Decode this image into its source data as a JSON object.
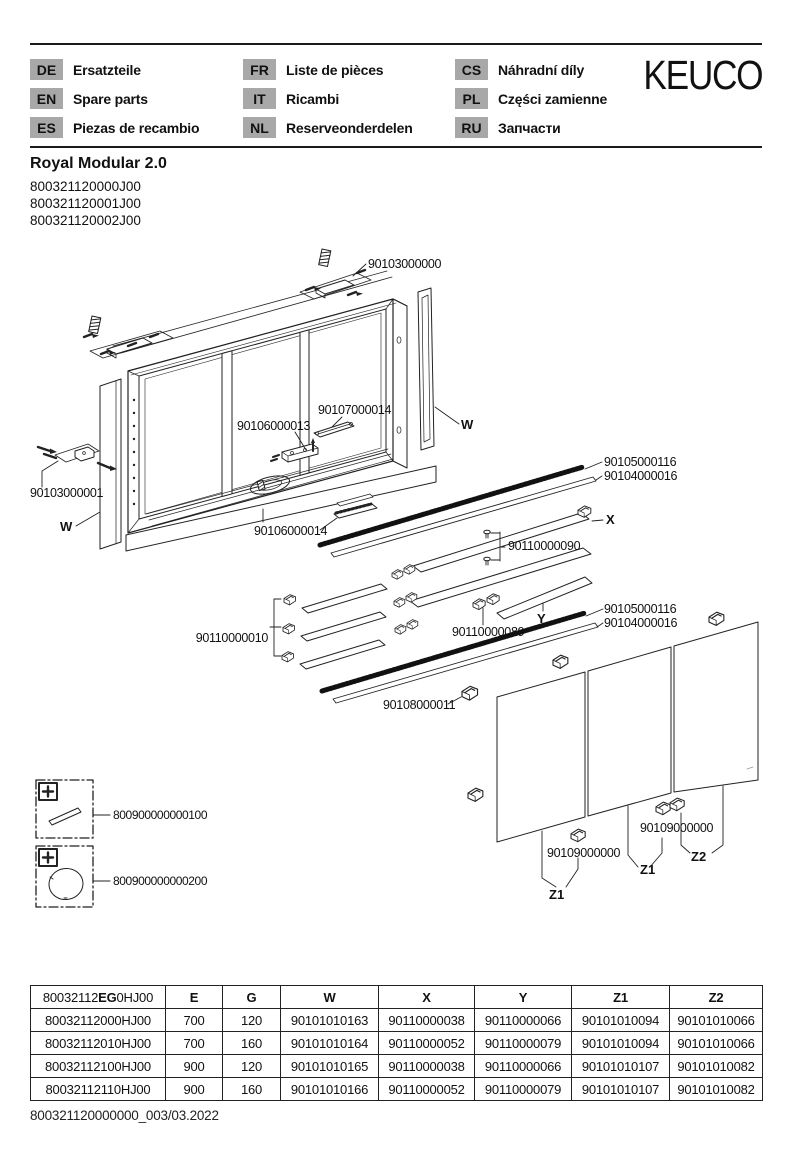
{
  "colors": {
    "badge_bg": "#a8a8a8",
    "ink": "#1a1a1a"
  },
  "header": {
    "logo": "KEUCO",
    "languages": [
      {
        "code": "DE",
        "label": "Ersatzteile"
      },
      {
        "code": "EN",
        "label": "Spare parts"
      },
      {
        "code": "ES",
        "label": "Piezas de recambio"
      },
      {
        "code": "FR",
        "label": "Liste de pièces"
      },
      {
        "code": "IT",
        "label": "Ricambi"
      },
      {
        "code": "NL",
        "label": "Reserveonderdelen"
      },
      {
        "code": "CS",
        "label": "Náhradní díly"
      },
      {
        "code": "PL",
        "label": "Części zamienne"
      },
      {
        "code": "RU",
        "label": "Запчасти"
      }
    ]
  },
  "product": {
    "title": "Royal Modular 2.0",
    "codes": [
      "800321120000J00",
      "800321120001J00",
      "800321120002J00"
    ]
  },
  "diagram": {
    "labels": {
      "wall_mount_top": "90103000000",
      "wall_mount_side": "90103000001",
      "ref_w": "W",
      "door_slider": "90106000013",
      "light_unit": "90107000014",
      "gear_rack": "90106000014",
      "led_strip": "90105000116",
      "cover_profile": "90104000016",
      "ref_x": "X",
      "shelf_pins": "90110000090",
      "ref_y": "Y",
      "shelf_clip_pair": "90110000089",
      "shelf_clip_set": "90110000010",
      "end_cap": "90108000011",
      "door_stopper": "90109000000",
      "ref_z1": "Z1",
      "ref_z2": "Z2",
      "spare_profile": "800900000000100",
      "spare_mirror": "800900000000200"
    }
  },
  "table": {
    "header_article": {
      "prefix": "80032112",
      "bold": "EG",
      "suffix": "0HJ00"
    },
    "columns": [
      "E",
      "G",
      "W",
      "X",
      "Y",
      "Z1",
      "Z2"
    ],
    "rows": [
      [
        "80032112000HJ00",
        "700",
        "120",
        "90101010163",
        "90110000038",
        "90110000066",
        "90101010094",
        "90101010066"
      ],
      [
        "80032112010HJ00",
        "700",
        "160",
        "90101010164",
        "90110000052",
        "90110000079",
        "90101010094",
        "90101010066"
      ],
      [
        "80032112100HJ00",
        "900",
        "120",
        "90101010165",
        "90110000038",
        "90110000066",
        "90101010107",
        "90101010082"
      ],
      [
        "80032112110HJ00",
        "900",
        "160",
        "90101010166",
        "90110000052",
        "90110000079",
        "90101010107",
        "90101010082"
      ]
    ]
  },
  "footer": "800321120000000_003/03.2022"
}
